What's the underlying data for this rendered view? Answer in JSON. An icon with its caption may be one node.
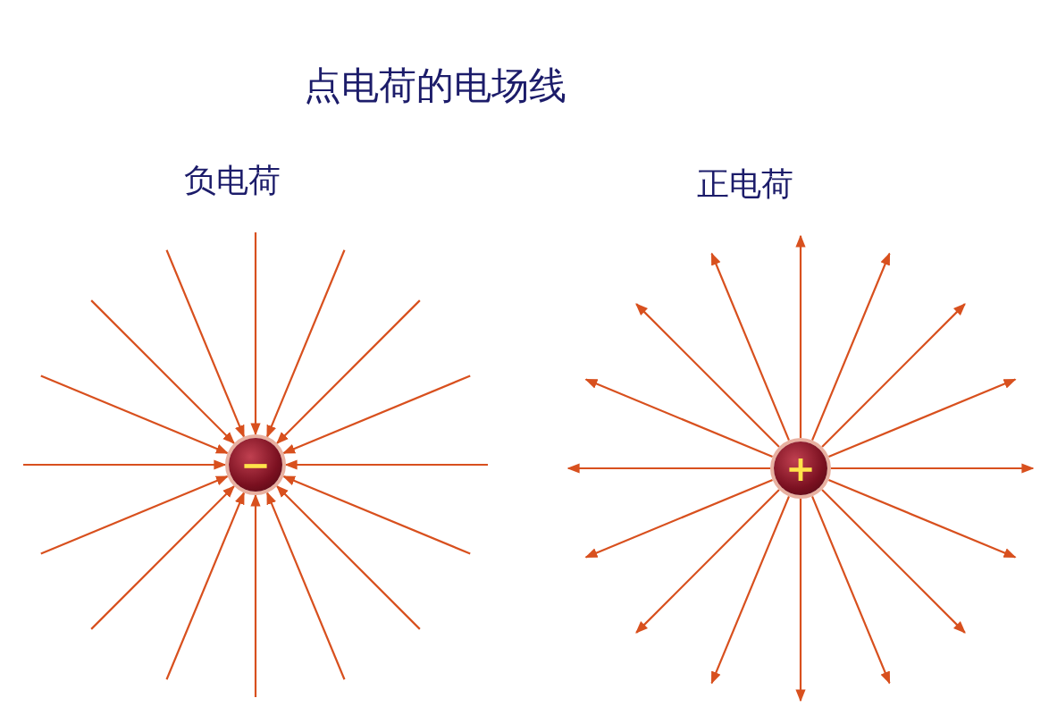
{
  "diagram": {
    "title": "点电荷的电场线",
    "nodes": [
      {
        "text": [
          "−"
        ]
      },
      {
        "text": [
          "+"
        ]
      }
    ],
    "labels": [
      "负电荷",
      "正电荷"
    ],
    "edges": [
      {
        "from": null,
        "to": 0,
        "arrow": "to"
      },
      {
        "from": null,
        "to": 0,
        "arrow": "to"
      },
      {
        "from": null,
        "to": 0,
        "arrow": "to"
      },
      {
        "from": null,
        "to": 0,
        "arrow": "to"
      },
      {
        "from": null,
        "to": 0,
        "arrow": "to"
      },
      {
        "from": null,
        "to": 0,
        "arrow": "to"
      },
      {
        "from": null,
        "to": 0,
        "arrow": "to"
      },
      {
        "from": null,
        "to": 0,
        "arrow": "to"
      },
      {
        "from": null,
        "to": 0,
        "arrow": "to"
      },
      {
        "from": null,
        "to": 0,
        "arrow": "to"
      },
      {
        "from": null,
        "to": 0,
        "arrow": "to"
      },
      {
        "from": null,
        "to": 0,
        "arrow": "to"
      },
      {
        "from": null,
        "to": 0,
        "arrow": "to"
      },
      {
        "from": null,
        "to": 0,
        "arrow": "to"
      },
      {
        "from": null,
        "to": 0,
        "arrow": "to"
      },
      {
        "from": null,
        "to": 0,
        "arrow": "to"
      },
      {
        "from": 1,
        "to": null,
        "arrow": "to"
      },
      {
        "from": 1,
        "to": null,
        "arrow": "to"
      },
      {
        "from": 1,
        "to": null,
        "arrow": "to"
      },
      {
        "from": 1,
        "to": null,
        "arrow": "to"
      },
      {
        "from": 1,
        "to": null,
        "arrow": "to"
      },
      {
        "from": 1,
        "to": null,
        "arrow": "to"
      },
      {
        "from": 1,
        "to": null,
        "arrow": "to"
      },
      {
        "from": 1,
        "to": null,
        "arrow": "to"
      },
      {
        "from": 1,
        "to": null,
        "arrow": "to"
      },
      {
        "from": 1,
        "to": null,
        "arrow": "to"
      },
      {
        "from": 1,
        "to": null,
        "arrow": "to"
      },
      {
        "from": 1,
        "to": null,
        "arrow": "to"
      },
      {
        "from": 1,
        "to": null,
        "arrow": "to"
      },
      {
        "from": 1,
        "to": null,
        "arrow": "to"
      },
      {
        "from": 1,
        "to": null,
        "arrow": "to"
      },
      {
        "from": 1,
        "to": null,
        "arrow": "to"
      }
    ]
  }
}
